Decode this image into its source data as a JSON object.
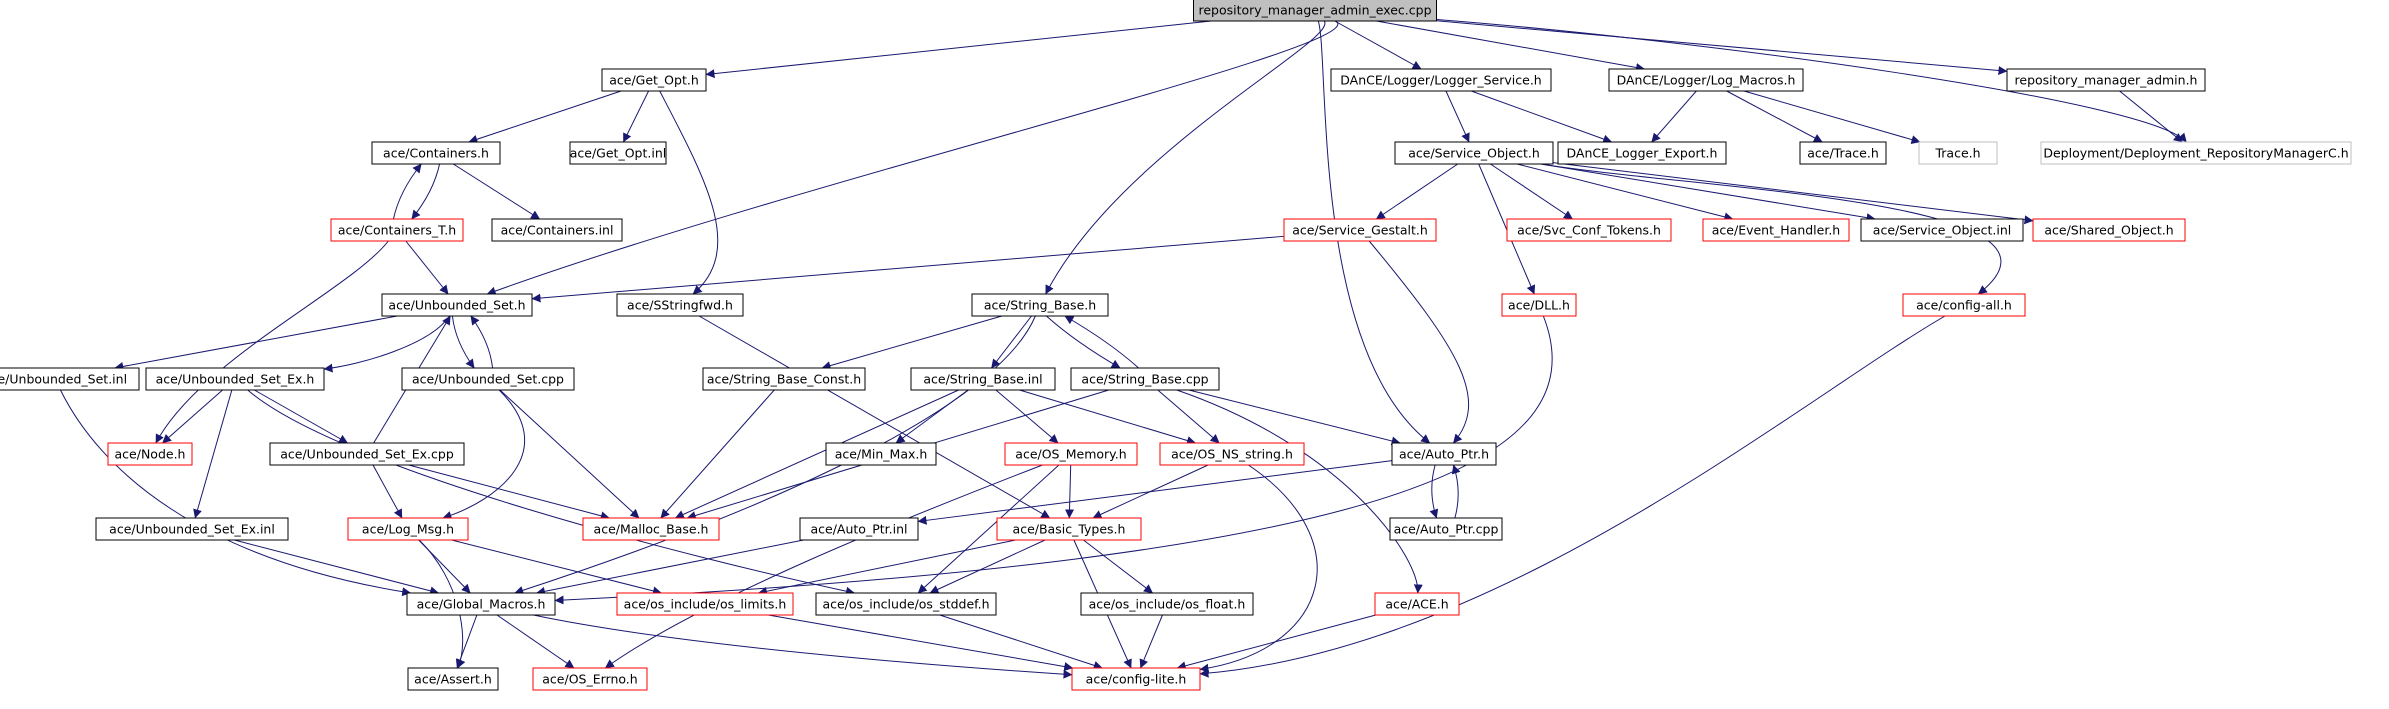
{
  "palette": {
    "edge": "#191970",
    "black_border": "#000000",
    "red_border": "#ff0000",
    "grey_border": "#bfbfbf",
    "root_fill": "#bfbfbf",
    "node_fill": "#ffffff"
  },
  "nodes": [
    {
      "id": "root",
      "label": "repository_manager_admin_exec.cpp",
      "style": "root"
    },
    {
      "id": "getopt",
      "label": "ace/Get_Opt.h",
      "style": "black"
    },
    {
      "id": "logsvc",
      "label": "DAnCE/Logger/Logger_Service.h",
      "style": "black"
    },
    {
      "id": "logmac",
      "label": "DAnCE/Logger/Log_Macros.h",
      "style": "black"
    },
    {
      "id": "rmah",
      "label": "repository_manager_admin.h",
      "style": "black"
    },
    {
      "id": "containers",
      "label": "ace/Containers.h",
      "style": "black"
    },
    {
      "id": "getoptinl",
      "label": "ace/Get_Opt.inl",
      "style": "black"
    },
    {
      "id": "svcobj",
      "label": "ace/Service_Object.h",
      "style": "black"
    },
    {
      "id": "logexp",
      "label": "DAnCE_Logger_Export.h",
      "style": "black"
    },
    {
      "id": "tracea",
      "label": "ace/Trace.h",
      "style": "black"
    },
    {
      "id": "traceb",
      "label": "Trace.h",
      "style": "grey"
    },
    {
      "id": "deploy",
      "label": "Deployment/Deployment_RepositoryManagerC.h",
      "style": "grey"
    },
    {
      "id": "contT",
      "label": "ace/Containers_T.h",
      "style": "red"
    },
    {
      "id": "continl",
      "label": "ace/Containers.inl",
      "style": "black"
    },
    {
      "id": "gestalt",
      "label": "ace/Service_Gestalt.h",
      "style": "red"
    },
    {
      "id": "svcconf",
      "label": "ace/Svc_Conf_Tokens.h",
      "style": "red"
    },
    {
      "id": "evhand",
      "label": "ace/Event_Handler.h",
      "style": "red"
    },
    {
      "id": "svcobjinl",
      "label": "ace/Service_Object.inl",
      "style": "black"
    },
    {
      "id": "sharedobj",
      "label": "ace/Shared_Object.h",
      "style": "red"
    },
    {
      "id": "unbset",
      "label": "ace/Unbounded_Set.h",
      "style": "black"
    },
    {
      "id": "sstring",
      "label": "ace/SStringfwd.h",
      "style": "black"
    },
    {
      "id": "strbase",
      "label": "ace/String_Base.h",
      "style": "black"
    },
    {
      "id": "dll",
      "label": "ace/DLL.h",
      "style": "red"
    },
    {
      "id": "cfgall",
      "label": "ace/config-all.h",
      "style": "red"
    },
    {
      "id": "unbsetinl",
      "label": "ace/Unbounded_Set.inl",
      "style": "black"
    },
    {
      "id": "unbsetex",
      "label": "ace/Unbounded_Set_Ex.h",
      "style": "black"
    },
    {
      "id": "unbsetcpp",
      "label": "ace/Unbounded_Set.cpp",
      "style": "black"
    },
    {
      "id": "strconst",
      "label": "ace/String_Base_Const.h",
      "style": "black"
    },
    {
      "id": "strbaseinl",
      "label": "ace/String_Base.inl",
      "style": "black"
    },
    {
      "id": "strbasecpp",
      "label": "ace/String_Base.cpp",
      "style": "black"
    },
    {
      "id": "node",
      "label": "ace/Node.h",
      "style": "red"
    },
    {
      "id": "unbsetexcpp",
      "label": "ace/Unbounded_Set_Ex.cpp",
      "style": "black"
    },
    {
      "id": "minmax",
      "label": "ace/Min_Max.h",
      "style": "black"
    },
    {
      "id": "osmem",
      "label": "ace/OS_Memory.h",
      "style": "red"
    },
    {
      "id": "osnsstr",
      "label": "ace/OS_NS_string.h",
      "style": "red"
    },
    {
      "id": "autoptr",
      "label": "ace/Auto_Ptr.h",
      "style": "black"
    },
    {
      "id": "unbsetexinl",
      "label": "ace/Unbounded_Set_Ex.inl",
      "style": "black"
    },
    {
      "id": "logmsg",
      "label": "ace/Log_Msg.h",
      "style": "red"
    },
    {
      "id": "mallocbase",
      "label": "ace/Malloc_Base.h",
      "style": "red"
    },
    {
      "id": "autoptrinl",
      "label": "ace/Auto_Ptr.inl",
      "style": "black"
    },
    {
      "id": "basictypes",
      "label": "ace/Basic_Types.h",
      "style": "red"
    },
    {
      "id": "autoptrcpp",
      "label": "ace/Auto_Ptr.cpp",
      "style": "black"
    },
    {
      "id": "globmac",
      "label": "ace/Global_Macros.h",
      "style": "black"
    },
    {
      "id": "oslimits",
      "label": "ace/os_include/os_limits.h",
      "style": "red"
    },
    {
      "id": "osstddef",
      "label": "ace/os_include/os_stddef.h",
      "style": "black"
    },
    {
      "id": "osfloat",
      "label": "ace/os_include/os_float.h",
      "style": "black"
    },
    {
      "id": "ace",
      "label": "ace/ACE.h",
      "style": "red"
    },
    {
      "id": "assert",
      "label": "ace/Assert.h",
      "style": "black"
    },
    {
      "id": "oserrno",
      "label": "ace/OS_Errno.h",
      "style": "red"
    },
    {
      "id": "cfglite",
      "label": "ace/config-lite.h",
      "style": "red"
    }
  ],
  "edges": [
    {
      "from": "root",
      "to": "getopt"
    },
    {
      "from": "root",
      "to": "logsvc"
    },
    {
      "from": "root",
      "to": "logmac"
    },
    {
      "from": "root",
      "to": "rmah"
    },
    {
      "from": "root",
      "to": "unbset"
    },
    {
      "from": "root",
      "to": "strbase"
    },
    {
      "from": "root",
      "to": "autoptr"
    },
    {
      "from": "root",
      "to": "deploy"
    },
    {
      "from": "getopt",
      "to": "containers"
    },
    {
      "from": "getopt",
      "to": "getoptinl"
    },
    {
      "from": "getopt",
      "to": "sstring"
    },
    {
      "from": "logsvc",
      "to": "svcobj"
    },
    {
      "from": "logsvc",
      "to": "logexp"
    },
    {
      "from": "logmac",
      "to": "logexp"
    },
    {
      "from": "logmac",
      "to": "tracea"
    },
    {
      "from": "logmac",
      "to": "traceb"
    },
    {
      "from": "rmah",
      "to": "deploy"
    },
    {
      "from": "containers",
      "to": "contT"
    },
    {
      "from": "containers",
      "to": "continl"
    },
    {
      "from": "contT",
      "to": "containers"
    },
    {
      "from": "contT",
      "to": "unbset"
    },
    {
      "from": "contT",
      "to": "node"
    },
    {
      "from": "svcobj",
      "to": "gestalt"
    },
    {
      "from": "svcobj",
      "to": "svcconf"
    },
    {
      "from": "svcobj",
      "to": "evhand"
    },
    {
      "from": "svcobj",
      "to": "svcobjinl"
    },
    {
      "from": "svcobj",
      "to": "sharedobj"
    },
    {
      "from": "svcobj",
      "to": "dll"
    },
    {
      "from": "svcobj",
      "to": "cfgall"
    },
    {
      "from": "gestalt",
      "to": "unbset"
    },
    {
      "from": "gestalt",
      "to": "autoptr"
    },
    {
      "from": "unbset",
      "to": "unbsetinl"
    },
    {
      "from": "unbset",
      "to": "unbsetex"
    },
    {
      "from": "unbset",
      "to": "unbsetcpp"
    },
    {
      "from": "unbsetcpp",
      "to": "unbset"
    },
    {
      "from": "unbsetcpp",
      "to": "mallocbase"
    },
    {
      "from": "unbsetcpp",
      "to": "logmsg"
    },
    {
      "from": "unbsetex",
      "to": "node"
    },
    {
      "from": "unbsetex",
      "to": "unbsetexcpp"
    },
    {
      "from": "unbsetex",
      "to": "unbsetexinl"
    },
    {
      "from": "unbsetex",
      "to": "osstddef"
    },
    {
      "from": "unbsetexcpp",
      "to": "unbset"
    },
    {
      "from": "unbsetexcpp",
      "to": "mallocbase"
    },
    {
      "from": "unbsetexcpp",
      "to": "logmsg"
    },
    {
      "from": "unbsetinl",
      "to": "globmac"
    },
    {
      "from": "unbsetexinl",
      "to": "globmac"
    },
    {
      "from": "sstring",
      "to": "basictypes"
    },
    {
      "from": "strbase",
      "to": "strconst"
    },
    {
      "from": "strbase",
      "to": "strbaseinl"
    },
    {
      "from": "strbase",
      "to": "strbasecpp"
    },
    {
      "from": "strbase",
      "to": "globmac"
    },
    {
      "from": "strbasecpp",
      "to": "strbase"
    },
    {
      "from": "strbasecpp",
      "to": "mallocbase"
    },
    {
      "from": "strbasecpp",
      "to": "osnsstr"
    },
    {
      "from": "strbasecpp",
      "to": "autoptr"
    },
    {
      "from": "strbasecpp",
      "to": "ace"
    },
    {
      "from": "strconst",
      "to": "mallocbase"
    },
    {
      "from": "strbaseinl",
      "to": "minmax"
    },
    {
      "from": "strbaseinl",
      "to": "osmem"
    },
    {
      "from": "strbaseinl",
      "to": "osnsstr"
    },
    {
      "from": "strbaseinl",
      "to": "mallocbase"
    },
    {
      "from": "osmem",
      "to": "basictypes"
    },
    {
      "from": "osmem",
      "to": "osstddef"
    },
    {
      "from": "osmem",
      "to": "oserrno"
    },
    {
      "from": "osnsstr",
      "to": "basictypes"
    },
    {
      "from": "osnsstr",
      "to": "cfglite"
    },
    {
      "from": "dll",
      "to": "globmac"
    },
    {
      "from": "cfgall",
      "to": "cfglite"
    },
    {
      "from": "autoptr",
      "to": "autoptrinl"
    },
    {
      "from": "autoptr",
      "to": "autoptrcpp"
    },
    {
      "from": "autoptrcpp",
      "to": "autoptr"
    },
    {
      "from": "autoptrinl",
      "to": "globmac"
    },
    {
      "from": "logmsg",
      "to": "globmac"
    },
    {
      "from": "logmsg",
      "to": "assert"
    },
    {
      "from": "logmsg",
      "to": "oslimits"
    },
    {
      "from": "basictypes",
      "to": "oslimits"
    },
    {
      "from": "basictypes",
      "to": "osstddef"
    },
    {
      "from": "basictypes",
      "to": "osfloat"
    },
    {
      "from": "basictypes",
      "to": "cfglite"
    },
    {
      "from": "globmac",
      "to": "assert"
    },
    {
      "from": "globmac",
      "to": "oserrno"
    },
    {
      "from": "globmac",
      "to": "cfglite"
    },
    {
      "from": "oslimits",
      "to": "cfglite"
    },
    {
      "from": "osstddef",
      "to": "cfglite"
    },
    {
      "from": "osfloat",
      "to": "cfglite"
    },
    {
      "from": "ace",
      "to": "cfglite"
    }
  ]
}
